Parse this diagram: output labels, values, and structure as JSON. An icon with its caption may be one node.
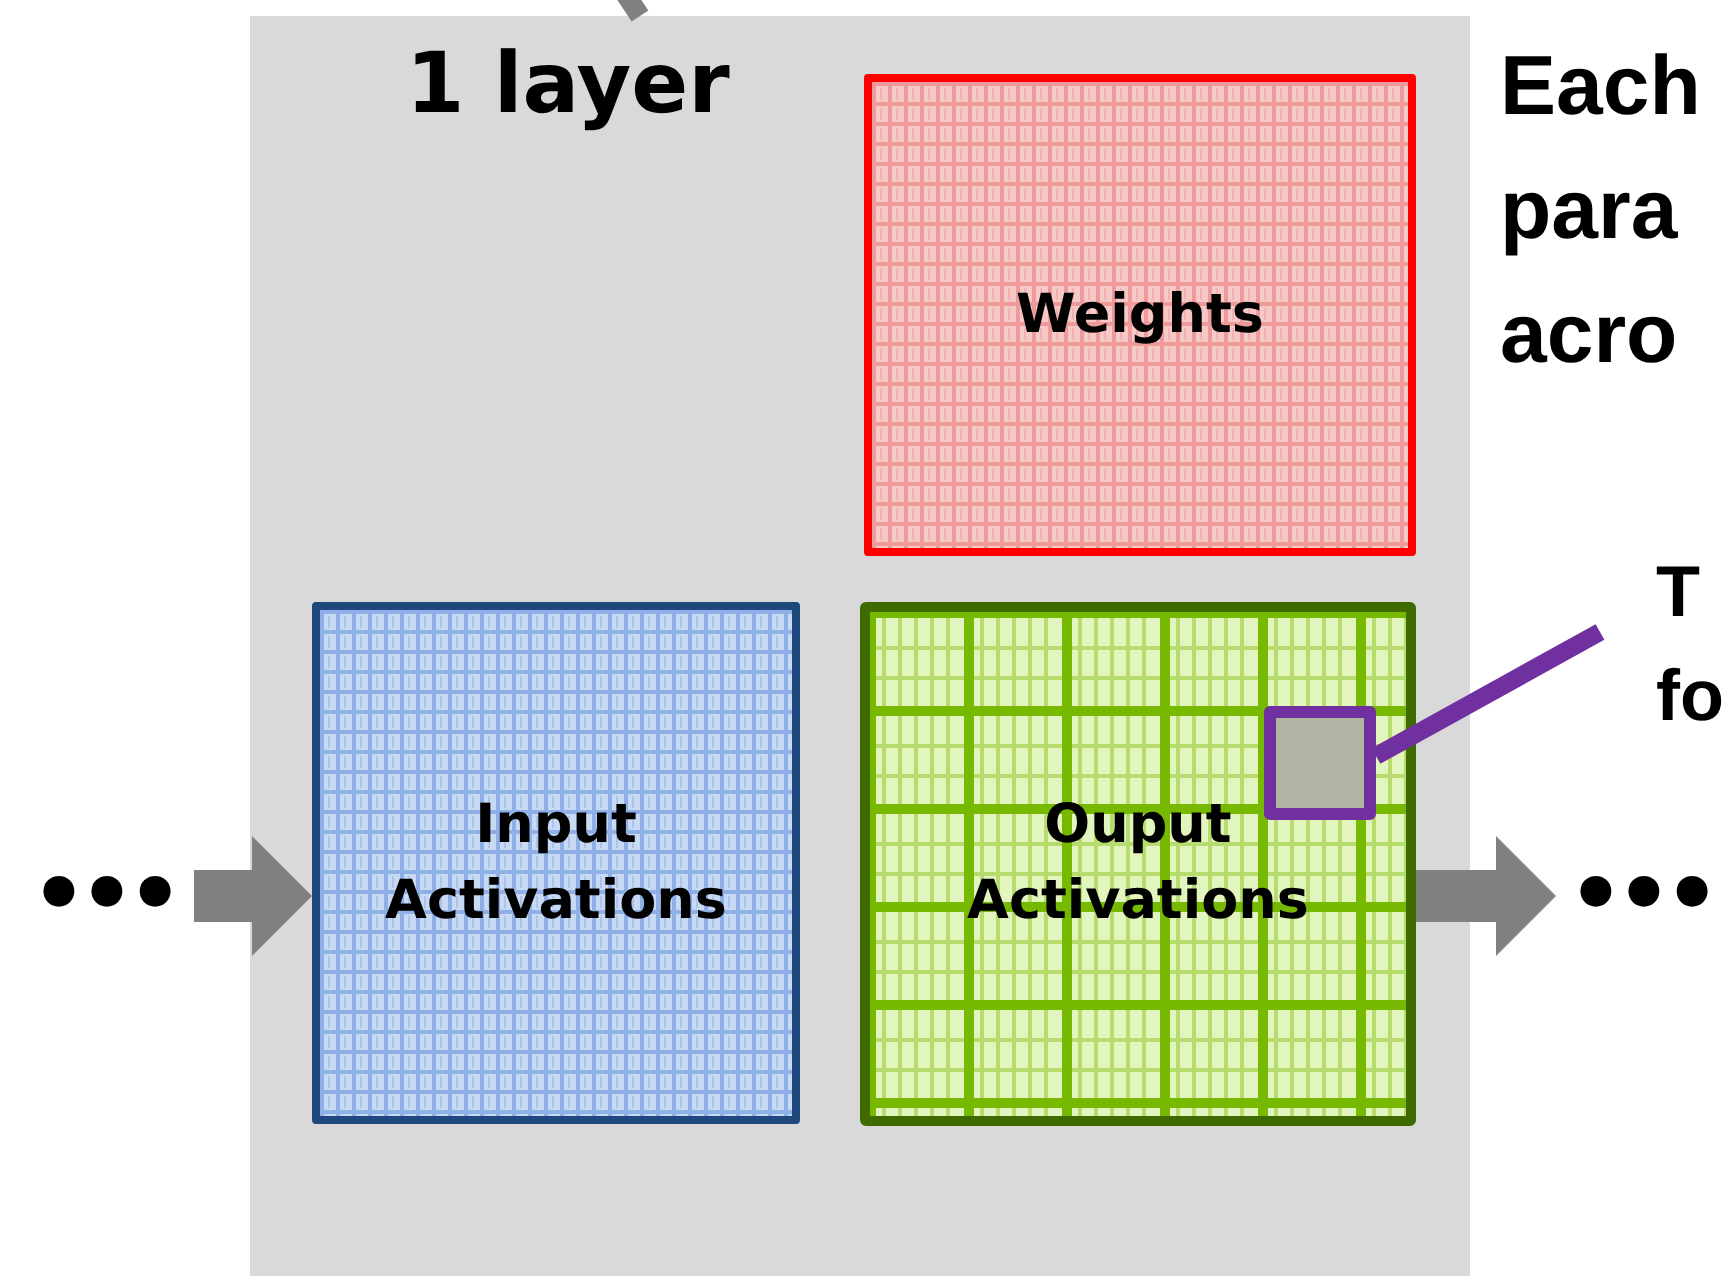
{
  "diagram": {
    "nodes": [
      {
        "text": [
          "1 layer"
        ]
      },
      {
        "text": [
          "Weights"
        ],
        "in": 0
      },
      {
        "text": [
          "Input Activations"
        ],
        "in": 0
      },
      {
        "text": [
          "Ouput Activations"
        ],
        "in": 0
      },
      {
        "text": [],
        "shape": "box",
        "in": 3
      },
      {
        "text": [
          "•••"
        ]
      },
      {
        "text": [
          "•••"
        ]
      },
      {
        "text": [
          "T fo"
        ]
      }
    ],
    "edges": [
      {
        "from": 5,
        "to": 2,
        "arrow": "to",
        "style": "thick"
      },
      {
        "from": 3,
        "to": 6,
        "arrow": "to",
        "style": "thick"
      },
      {
        "from": 4,
        "to": 7,
        "arrow": "none",
        "color": "#7030a0"
      },
      {
        "from": null,
        "to": 0,
        "arrow": "none"
      }
    ],
    "labels": [
      "Each para acro"
    ]
  }
}
